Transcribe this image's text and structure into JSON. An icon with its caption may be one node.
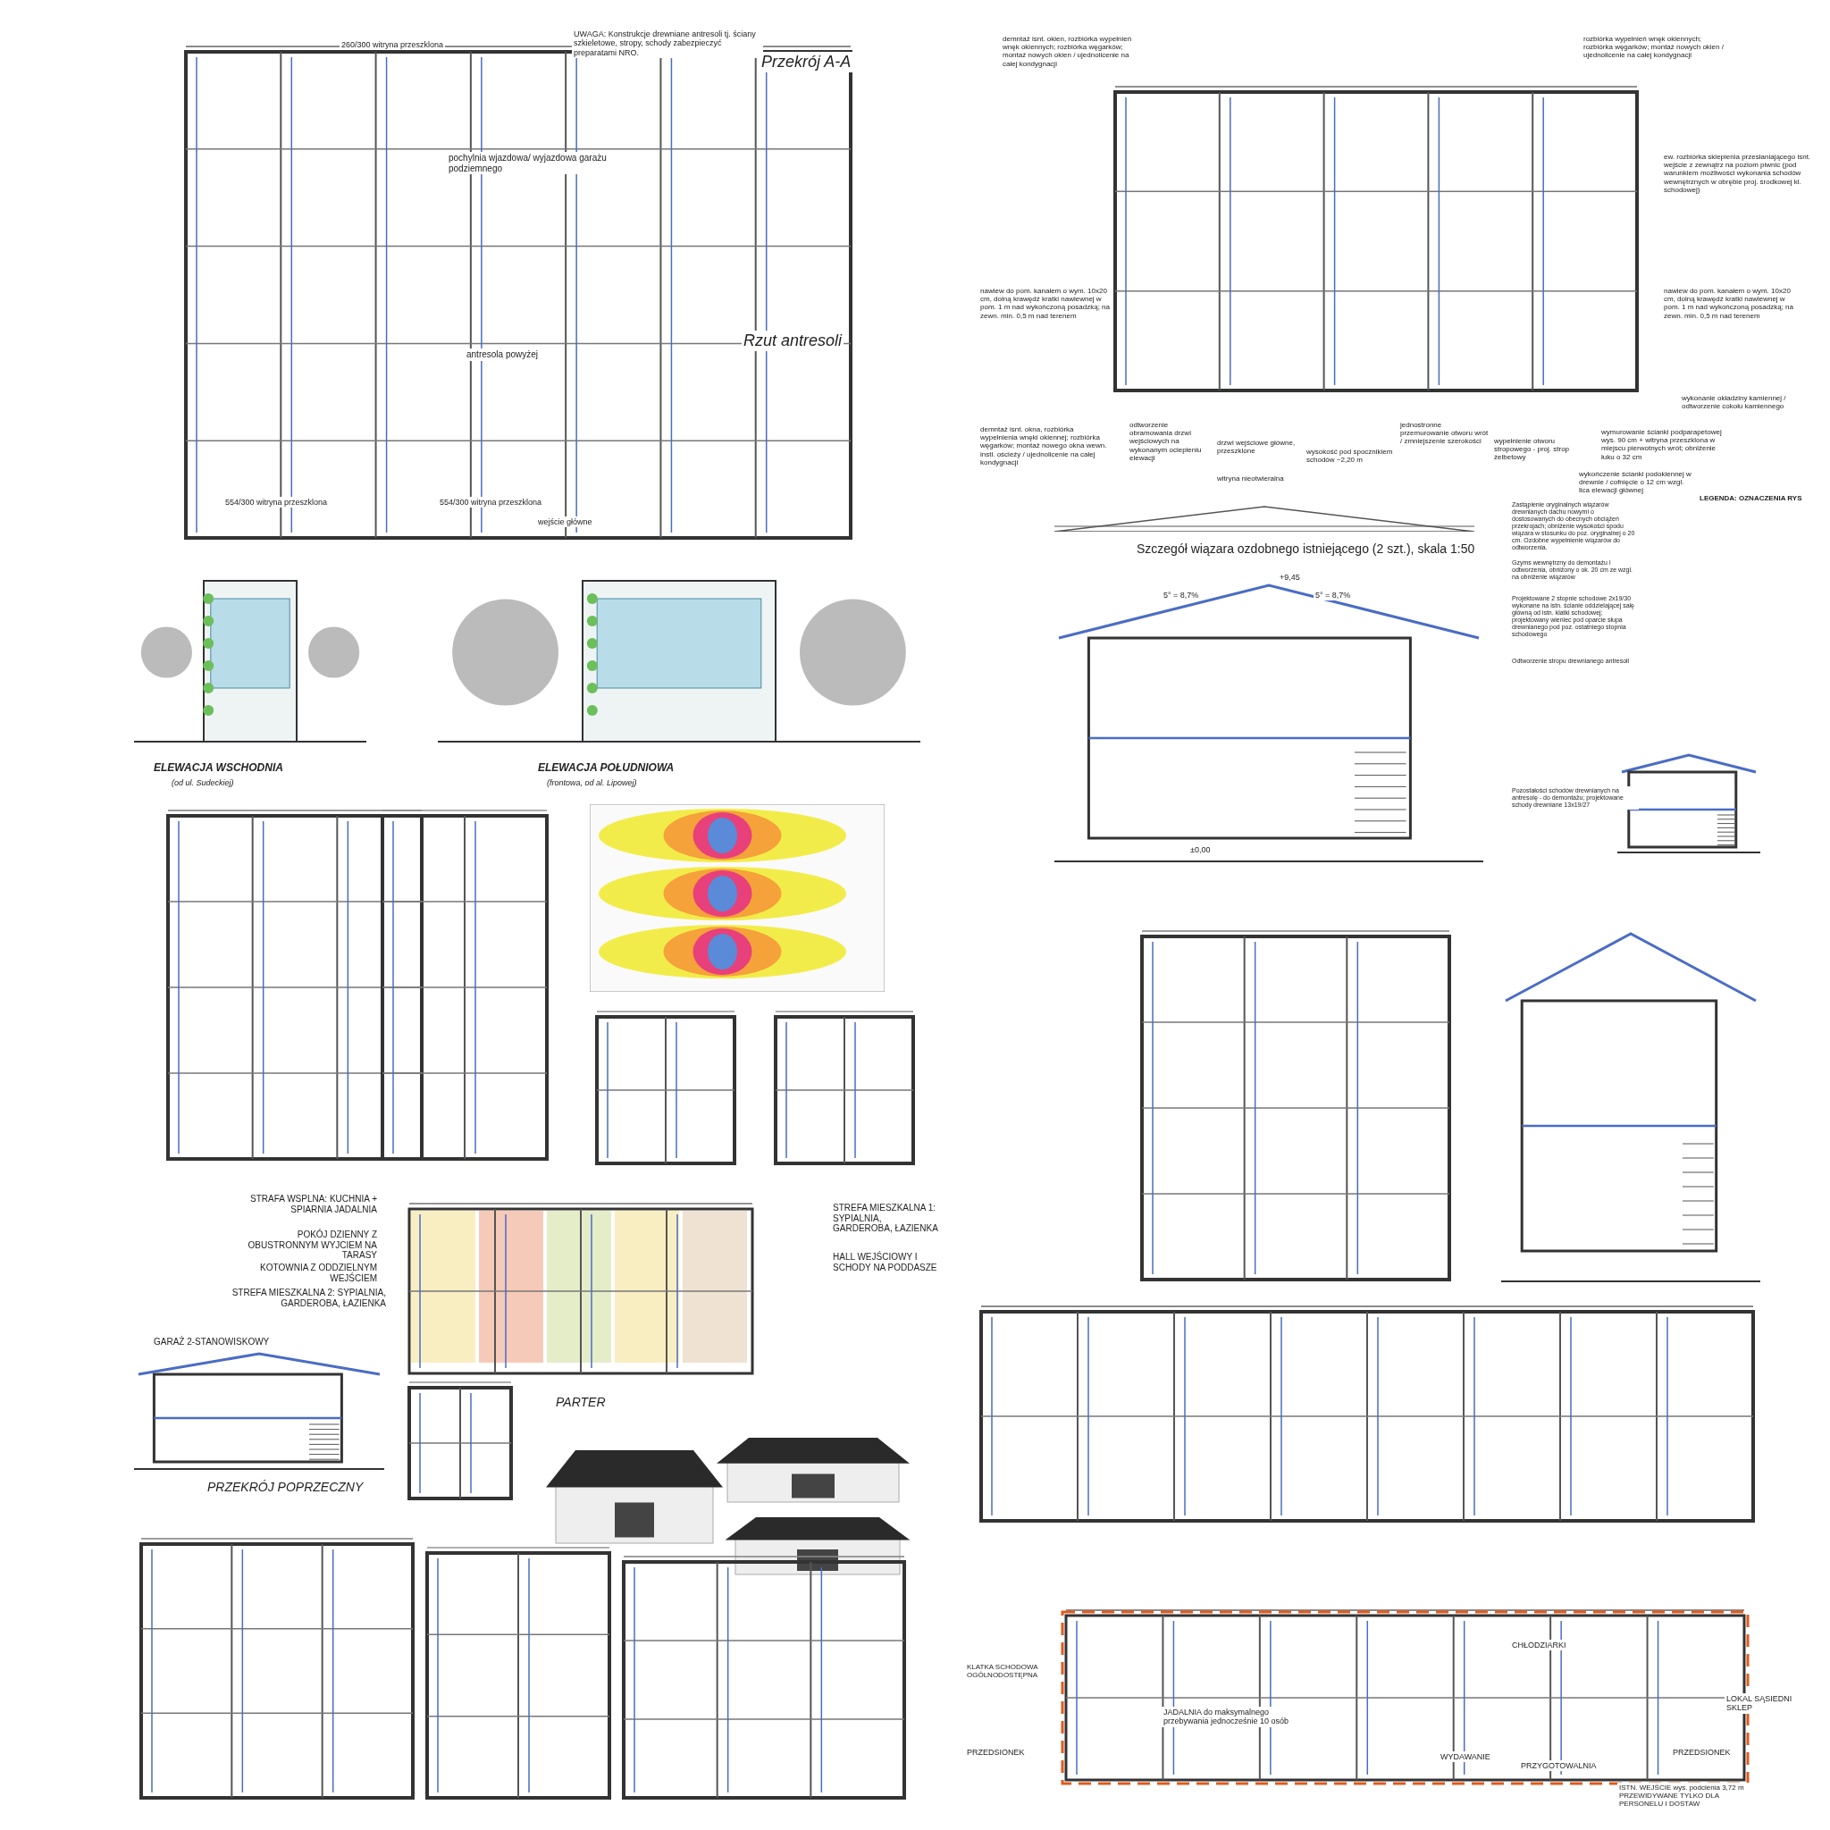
{
  "diagram": {
    "labels": [
      "UWAGA: Konstrukcje drewniane antresoli tj. ściany szkieletowe, stropy, schody zabezpieczyć preparatami NRO.",
      "Przekrój A-A",
      "Rzut antresoli",
      "pochylnia wjazdowa/ wyjazdowa garażu podziemnego",
      "antresola powyżej",
      "260/300 witryna przeszklona",
      "554/300 witryna przeszklona",
      "554/300 witryna przeszklona",
      "wejście główne",
      "demntaż isnt. okien, rozbiórka wypełnień wnęk okiennych; rozbiórka węgarków; montaż nowych okien / ujednolicenie na całej kondygnacji",
      "rozbiórka wypełnień wnęk okiennych; rozbiórka węgarków; montaż nowych okien / ujednolicenie na całej kondygnacji",
      "ew. rozbiórka sklepienia przesłaniającego isnt. wejście z zewnątrz na poziom piwnic (pod warunkiem możliwości wykonania schodów wewnętrznych w obrębie proj. środkowej kl. schodowej)",
      "nawiew do pom. kanałem o wym. 10x20 cm, dolną krawędź kratki nawiewnej w pom. 1 m nad wykończoną posadzką; na zewn. min. 0,5 m nad terenem",
      "nawiew do pom. kanałem o wym. 10x20 cm, dolną krawędź kratki nawiewnej w pom. 1 m nad wykończoną posadzką; na zewn. min. 0,5 m nad terenem",
      "demntaż isnt. okna, rozbiórka wypełnienia wnęki okiennej; rozbiórka węgarków; montaż nowego okna wewn. instl. ościeży / ujednolicenie na całej kondygnacji",
      "odtworzenie obramowania drzwi wejściowych na wykonanym ociepleniu elewacji",
      "drzwi wejściowe główne, przeszklone",
      "witryna nieotwieralna",
      "wysokość pod spocznikiem schodów ~2,20 m",
      "jednostronne przemurowanie otworu wrót / zmniejszenie szerokości",
      "wypełnienie otworu stropowego - proj. strop żelbetowy",
      "wymurowanie ścianki podparapetowej wys. 90 cm + witryna przeszklona w miejscu pierwotnych wrót; obniżenie łuku o 32 cm",
      "wykończenie ścianki podokiennej w drewnie / cofnięcie o 12 cm wzgl. lica elewacji głównej",
      "wykonanie okładziny kamiennej / odtworzenie cokołu kamiennego",
      "LEGENDA: OZNACZENIA RYS",
      "Szczegół wiązara ozdobnego istniejącego (2 szt.), skala 1:50",
      "Zastąpienie oryginalnych wiązarów drewnianych dachu nowymi o dostosowanych do obecnych obciążeń przekrojach; obniżenie wysokości spodu wiązara w stosunku do poz. oryginalnej o 20 cm. Ozdobne wypełnienie wiązarów do odtworzenia.",
      "Gzyms wewnętrzny do demontażu i odtworzenia, obniżony o ok. 20 cm ze wzgl. na obniżenie wiązarów",
      "Projektowane 2 stopnie schodowe 2x19/30 wykonane na istn. ścianie oddzielającej salę główną od istn. klatki schodowej; projektowany wieniec pod oparcie słupa drewnianego pod poz. ostatniego stopnia schodowego",
      "Odtworzenie stropu drewnianego antresoli",
      "Pozostałości schodów drewnianych na antresolę - do demontażu; projektowane schody drewniane 13x19/27",
      "5° = 8,7%",
      "5° = 8,7%",
      "+9,45",
      "±0,00",
      "ELEWACJA WSCHODNIA",
      "(od ul. Sudeckiej)",
      "ELEWACJA POŁUDNIOWA",
      "(frontowa, od al. Lipowej)",
      "STRAFA WSPLNA: KUCHNIA + SPIARNIA JADALNIA",
      "POKÓJ DZIENNY Z OBUSTRONNYM WYJCIEM NA TARASY",
      "KOTOWNIA Z ODDZIELNYM WEJŚCIEM",
      "STREFA MIESZKALNA 2: SYPIALNIA, GARDEROBA, ŁAZIENKA",
      "GARAŻ 2-STANOWISKOWY",
      "STREFA MIESZKALNA 1: SYPIALNIA, GARDEROBA, ŁAZIENKA",
      "HALL WEJŚCIOWY I SCHODY NA PODDASZE",
      "PARTER",
      "PRZEKRÓJ POPRZECZNY",
      "KLATKA SCHODOWA OGÓLNODOSTĘPNA",
      "PRZEDSIONEK",
      "JADALNIA do maksymalnego przebywania jednocześnie 10 osób",
      "CHŁODZIARKI",
      "WYDAWANIE",
      "PRZYGOTOWALNIA",
      "PRZEDSIONEK",
      "LOKAL SĄSIEDNI SKLEP",
      "ISTN. WEJŚCIE wys. podcienia 3,72 m PRZEWIDYWANE TYLKO DLA PERSONELU I DOSTAW"
    ]
  }
}
